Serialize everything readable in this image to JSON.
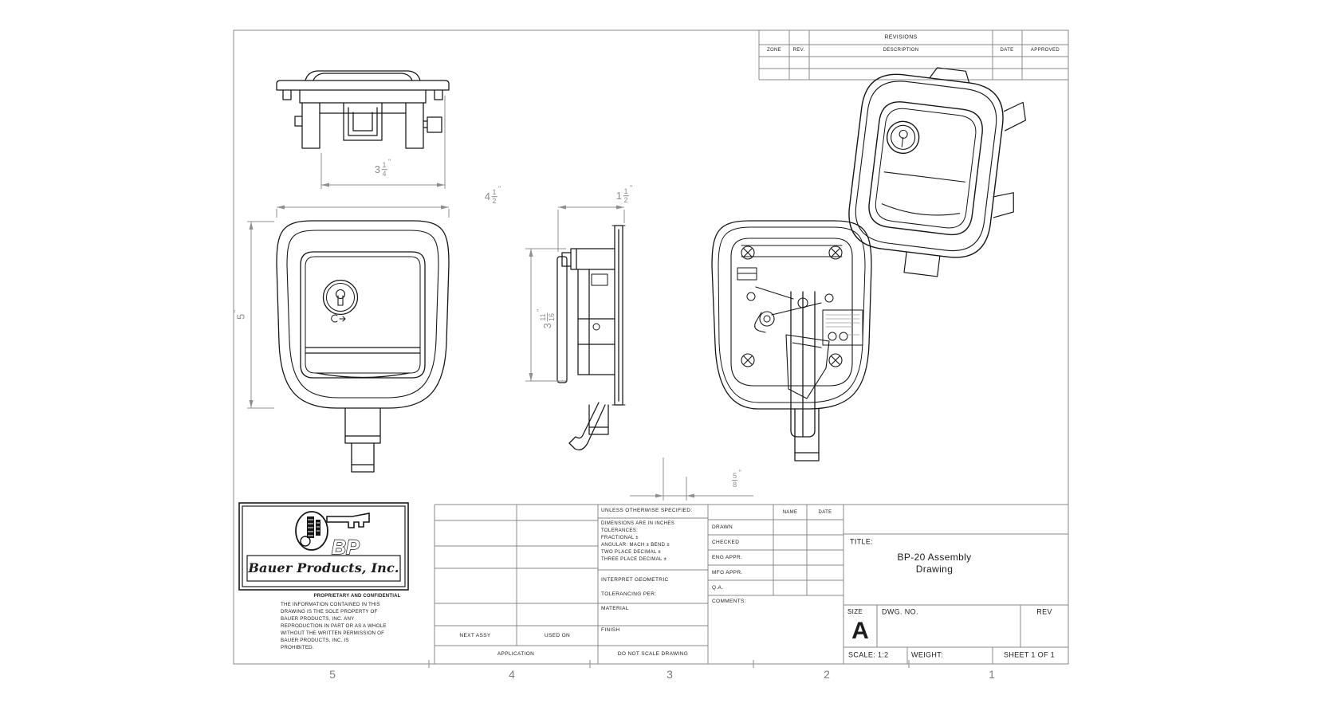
{
  "sheet": {
    "zones_bottom": [
      "5",
      "4",
      "3",
      "2",
      "1"
    ]
  },
  "revisions_table": {
    "title": "REVISIONS",
    "columns": [
      "ZONE",
      "REV.",
      "DESCRIPTION",
      "DATE",
      "APPROVED"
    ]
  },
  "logo_block": {
    "initials": "BP",
    "company": "Bauer Products, Inc."
  },
  "proprietary": {
    "heading": "PROPRIETARY AND CONFIDENTIAL",
    "body_lines": [
      "THE INFORMATION CONTAINED IN THIS",
      "DRAWING IS THE SOLE PROPERTY OF",
      "BAUER PRODUCTS, INC. ANY",
      "REPRODUCTION IN PART OR AS A WHOLE",
      "WITHOUT THE WRITTEN PERMISSION OF",
      "BAUER PRODUCTS, INC. IS",
      "PROHIBITED."
    ]
  },
  "application_table": {
    "next_assy": "NEXT ASSY",
    "used_on": "USED ON",
    "application": "APPLICATION"
  },
  "notes": {
    "header": "UNLESS OTHERWISE SPECIFIED:",
    "lines": [
      "DIMENSIONS ARE IN INCHES",
      "TOLERANCES:",
      "FRACTIONAL ±",
      "ANGULAR: MACH ±   BEND ±",
      "TWO PLACE DECIMAL    ±",
      "THREE PLACE DECIMAL  ±"
    ],
    "interpret_line1": "INTERPRET GEOMETRIC",
    "interpret_line2": "TOLERANCING PER:",
    "material": "MATERIAL",
    "finish": "FINISH",
    "do_not_scale": "DO NOT SCALE DRAWING"
  },
  "approvals": {
    "name_header": "NAME",
    "date_header": "DATE",
    "rows": [
      "DRAWN",
      "CHECKED",
      "ENG APPR.",
      "MFG APPR.",
      "Q.A."
    ],
    "comments_label": "COMMENTS:"
  },
  "title_block": {
    "title_label": "TITLE:",
    "title_line1": "BP-20 Assembly",
    "title_line2": "Drawing",
    "size_label": "SIZE",
    "size_value": "A",
    "dwg_no_label": "DWG. NO.",
    "rev_label": "REV",
    "scale": "SCALE: 1:2",
    "weight_label": "WEIGHT:",
    "sheet_label": "SHEET 1 OF 1"
  },
  "dimensions": {
    "top_width": {
      "whole": "3",
      "num": "1",
      "den": "4",
      "unit": "\""
    },
    "front_width": {
      "whole": "4",
      "num": "1",
      "den": "2",
      "unit": "\""
    },
    "side_depth": {
      "whole": "1",
      "num": "1",
      "den": "2",
      "unit": "\""
    },
    "front_height": {
      "whole": "5",
      "unit": "\""
    },
    "side_height": {
      "whole": "3",
      "num": "11",
      "den": "16",
      "unit": "\""
    },
    "stud": {
      "num": "5",
      "den": "8",
      "unit": "\""
    }
  },
  "colors": {
    "line_art": "#161616",
    "grid": "#8a8a8a",
    "dimension": "#8f8f8f"
  }
}
